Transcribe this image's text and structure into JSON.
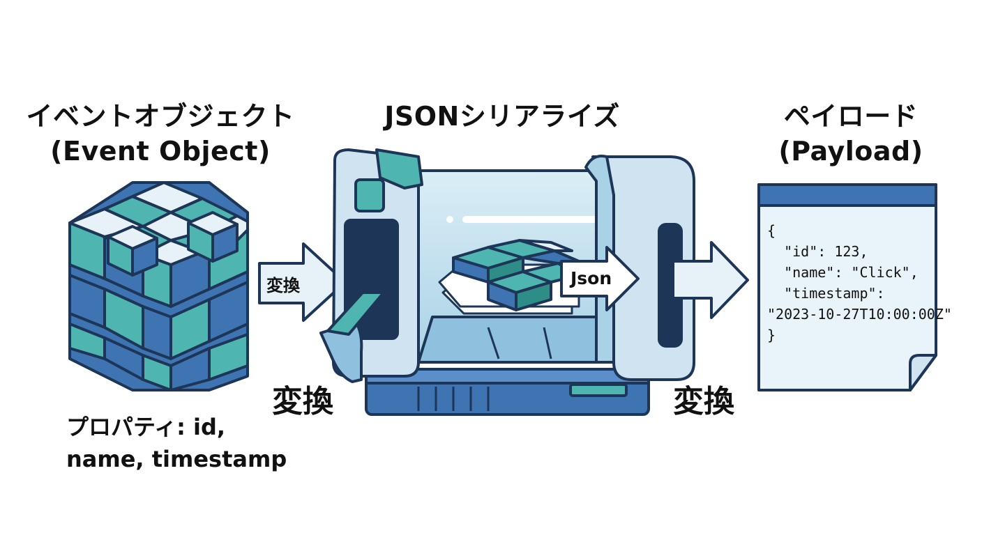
{
  "event_object": {
    "title_ja": "イベントオブジェクト",
    "title_en": "(Event Object)",
    "properties": "プロパティ: id, name, timestamp"
  },
  "serializer": {
    "title": "JSONシリアライズ",
    "inner_arrow_label": "Json"
  },
  "payload": {
    "title_ja": "ペイロード",
    "title_en": "(Payload)",
    "code_lines": [
      "{",
      "  \"id\": 123,",
      "  \"name\": \"Click\",",
      "  \"timestamp\":",
      "\"2023-10-27T10:00:00Z\"",
      "}"
    ]
  },
  "arrows": {
    "arrow1_label": "変換",
    "label_left": "変換",
    "label_right": "変換"
  },
  "colors": {
    "outline": "#1d3557",
    "teal": "#4fb5b0",
    "blue": "#4a7fbf",
    "light": "#e6f1f8",
    "paper": "#e9f3fa"
  }
}
